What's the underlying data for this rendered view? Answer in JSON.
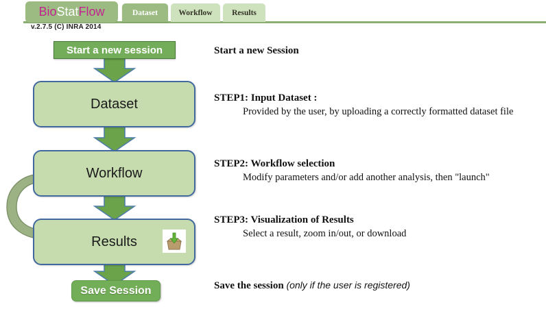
{
  "header": {
    "logo": {
      "part1": "Bio",
      "part2": "Stat",
      "part3": "Flow",
      "color1": "#c2238f",
      "color2": "#ffffff",
      "color3": "#c2238f",
      "badge_color": "#9cbb82"
    },
    "tabs": [
      {
        "label": "Dataset",
        "active": true
      },
      {
        "label": "Workflow",
        "active": false
      },
      {
        "label": "Results",
        "active": false
      }
    ],
    "version": "v.2.7.5 (C) INRA 2014",
    "rule_color": "#8bb071"
  },
  "flow": {
    "start_button": "Start a new session",
    "boxes": [
      {
        "label": "Dataset"
      },
      {
        "label": "Workflow"
      },
      {
        "label": "Results"
      }
    ],
    "results_icon": "download-box-icon",
    "save_button": "Save Session",
    "box_fill": "#c6dcaf",
    "box_border": "#41699e",
    "arrow_fill": "#6ba34b",
    "arrow_stroke": "#4f7ea8",
    "loop_arrow_fill": "#9cb184",
    "loop_arrow_stroke": "#7c9168"
  },
  "description": {
    "start": {
      "heading": "Start a new Session"
    },
    "step1": {
      "heading": "STEP1: Input Dataset :",
      "text": "Provided by the user, by uploading a correctly formatted dataset file"
    },
    "step2": {
      "heading": "STEP2: Workflow selection",
      "text": "Modify parameters and/or add another analysis, then \"launch\""
    },
    "step3": {
      "heading": "STEP3: Visualization of Results",
      "text": "Select a result, zoom in/out, or download"
    },
    "save": {
      "heading": "Save the session",
      "note": "(only if the user is registered)"
    }
  }
}
